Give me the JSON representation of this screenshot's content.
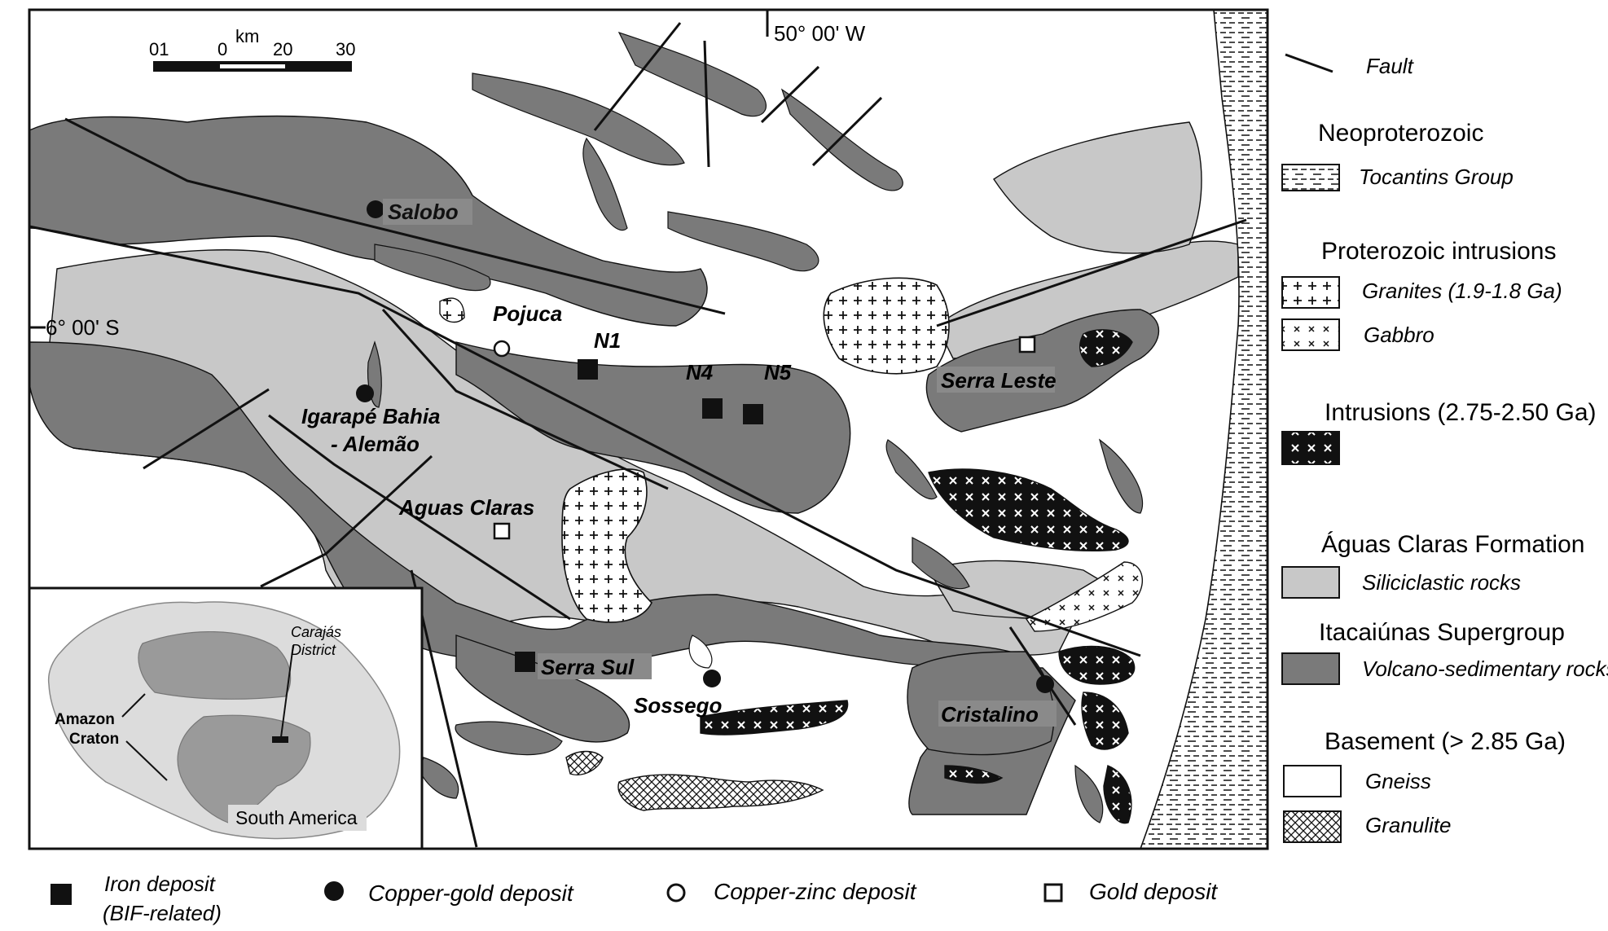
{
  "scale": {
    "ticks": [
      "01",
      "0",
      "20",
      "30"
    ],
    "unit": "km"
  },
  "meridian_label": "50° 00' W",
  "parallel_label": "6° 00' S",
  "deposits": {
    "salobo": "Salobo",
    "pojuca": "Pojuca",
    "n1": "N1",
    "n4": "N4",
    "n5": "N5",
    "serra_leste": "Serra Leste",
    "igarape_1": "Igarapé Bahia",
    "igarape_2": "- Alemão",
    "aguas_claras": "Aguas Claras",
    "serra_sul": "Serra Sul",
    "sossego": "Sossego",
    "cristalino": "Cristalino"
  },
  "inset": {
    "district_1": "Carajás",
    "district_2": "District",
    "craton_1": "Amazon",
    "craton_2": "Craton",
    "continent": "South America"
  },
  "legend": {
    "fault": "Fault",
    "neoproterozoic": "Neoproterozoic",
    "tocantins": "Tocantins Group",
    "proterozoic_intrusions": "Proterozoic intrusions",
    "granites": "Granites (1.9-1.8 Ga)",
    "gabbro": "Gabbro",
    "intrusions": "Intrusions (2.75-2.50 Ga)",
    "aguas_claras_fm": "Águas Claras Formation",
    "siliciclastic": "Siliciclastic rocks",
    "itacaiunas": "Itacaiúnas Supergroup",
    "volcano": "Volcano-sedimentary rocks",
    "basement": "Basement (> 2.85 Ga)",
    "gneiss": "Gneiss",
    "granulite": "Granulite"
  },
  "bottom_legend": {
    "iron_1": "Iron deposit",
    "iron_2": "(BIF-related)",
    "copper_gold": "Copper-gold deposit",
    "copper_zinc": "Copper-zinc deposit",
    "gold": "Gold deposit"
  },
  "colors": {
    "volcano": "#7a7a7a",
    "siliciclastic": "#c8c8c8",
    "label_box": "#8a8a8a",
    "black": "#111111"
  }
}
